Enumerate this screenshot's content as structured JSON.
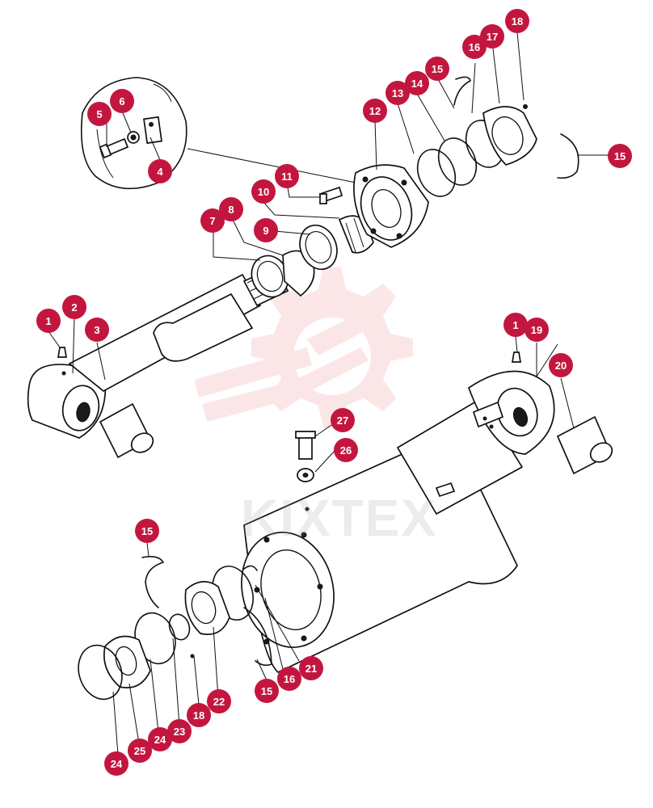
{
  "watermark": {
    "text": "KIXTEX",
    "color": "#e8454f"
  },
  "callout_color": "#c3163f",
  "callouts": [
    {
      "id": "c1",
      "label": "1"
    },
    {
      "id": "c2",
      "label": "2"
    },
    {
      "id": "c3",
      "label": "3"
    },
    {
      "id": "c4",
      "label": "4"
    },
    {
      "id": "c5",
      "label": "5"
    },
    {
      "id": "c6",
      "label": "6"
    },
    {
      "id": "c7",
      "label": "7"
    },
    {
      "id": "c8",
      "label": "8"
    },
    {
      "id": "c9",
      "label": "9"
    },
    {
      "id": "c10",
      "label": "10"
    },
    {
      "id": "c11",
      "label": "11"
    },
    {
      "id": "c12",
      "label": "12"
    },
    {
      "id": "c13",
      "label": "13"
    },
    {
      "id": "c14",
      "label": "14"
    },
    {
      "id": "c15a",
      "label": "15"
    },
    {
      "id": "c16a",
      "label": "16"
    },
    {
      "id": "c17",
      "label": "17"
    },
    {
      "id": "c18a",
      "label": "18"
    },
    {
      "id": "c15b",
      "label": "15"
    },
    {
      "id": "c1b",
      "label": "1"
    },
    {
      "id": "c19",
      "label": "19"
    },
    {
      "id": "c20",
      "label": "20"
    },
    {
      "id": "c27",
      "label": "27"
    },
    {
      "id": "c26",
      "label": "26"
    },
    {
      "id": "c15c",
      "label": "15"
    },
    {
      "id": "c21",
      "label": "21"
    },
    {
      "id": "c16b",
      "label": "16"
    },
    {
      "id": "c15d",
      "label": "15"
    },
    {
      "id": "c22",
      "label": "22"
    },
    {
      "id": "c18b",
      "label": "18"
    },
    {
      "id": "c23",
      "label": "23"
    },
    {
      "id": "c24a",
      "label": "24"
    },
    {
      "id": "c25",
      "label": "25"
    },
    {
      "id": "c24b",
      "label": "24"
    }
  ]
}
